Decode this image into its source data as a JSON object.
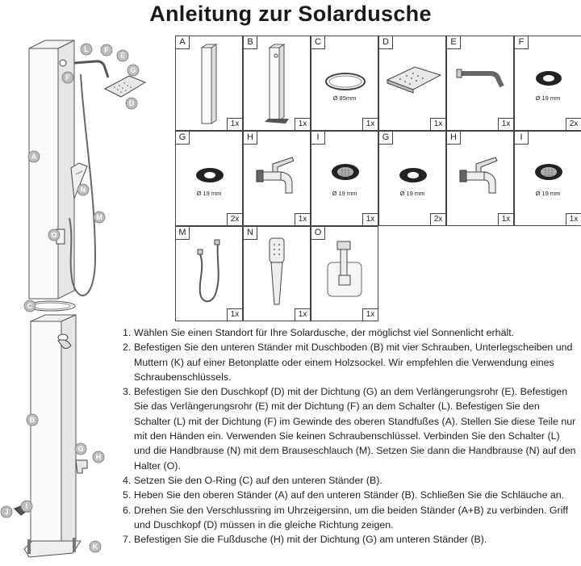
{
  "title": "Anleitung zur Solardusche",
  "illustration_labels": [
    "A",
    "B",
    "C",
    "D",
    "E",
    "F",
    "G",
    "L",
    "M",
    "N",
    "O",
    "G",
    "H",
    "J",
    "I",
    "K",
    "F"
  ],
  "parts": [
    {
      "letter": "A",
      "qty": "1x",
      "dim": ""
    },
    {
      "letter": "B",
      "qty": "1x",
      "dim": ""
    },
    {
      "letter": "C",
      "qty": "1x",
      "dim": "Ø 85mm"
    },
    {
      "letter": "D",
      "qty": "1x",
      "dim": ""
    },
    {
      "letter": "E",
      "qty": "1x",
      "dim": ""
    },
    {
      "letter": "F",
      "qty": "2x",
      "dim": "Ø 19 mm"
    },
    {
      "letter": "G",
      "qty": "2x",
      "dim": "Ø 19 mm"
    },
    {
      "letter": "H",
      "qty": "1x",
      "dim": ""
    },
    {
      "letter": "I",
      "qty": "1x",
      "dim": "Ø 19 mm"
    },
    {
      "letter": "G",
      "qty": "2x",
      "dim": "Ø 19 mm"
    },
    {
      "letter": "H",
      "qty": "1x",
      "dim": ""
    },
    {
      "letter": "I",
      "qty": "1x",
      "dim": "Ø 19 mm"
    },
    {
      "letter": "M",
      "qty": "1x",
      "dim": ""
    },
    {
      "letter": "N",
      "qty": "1x",
      "dim": ""
    },
    {
      "letter": "O",
      "qty": "1x",
      "dim": ""
    }
  ],
  "steps": [
    {
      "num": "1.",
      "text": "Wählen Sie einen Standort für Ihre Solardusche, der möglichst viel Sonnenlicht erhält."
    },
    {
      "num": "2.",
      "text": "Befestigen Sie den unteren Ständer mit Duschboden (B) mit vier Schrauben, Unterlegscheiben und Muttern (K) auf einer Betonplatte oder einem Holzsockel. Wir empfehlen die Verwendung eines Schraubenschlüssels."
    },
    {
      "num": "3.",
      "text": "Befestigen Sie den Duschkopf (D) mit der Dichtung (G) an dem Verlängerungsrohr (E). Befestigen Sie das Verlängerungsrohr (E) mit der Dichtung (F) an dem Schalter (L). Befestigen Sie den Schalter (L) mit der Dichtung (F) im Gewinde des oberen Standfußes (A). Stellen Sie diese Teile nur mit den Händen ein. Verwenden Sie keinen Schraubenschlüssel. Verbinden Sie den Schalter (L) und die Handbrause (N) mit dem Brauseschlauch (M). Setzen Sie dann die Handbrause (N) auf den Halter (O)."
    },
    {
      "num": "4.",
      "text": "Setzen Sie den O-Ring (C) auf den unteren Ständer (B)."
    },
    {
      "num": "5.",
      "text": "Heben Sie den oberen Ständer (A) auf den unteren Ständer (B). Schließen Sie die Schläuche an."
    },
    {
      "num": "6.",
      "text": "Drehen Sie den Verschlussring im Uhrzeigersinn, um die beiden Ständer (A+B) zu verbinden. Griff und Duschkopf (D) müssen in die gleiche Richtung zeigen."
    },
    {
      "num": "7.",
      "text": "Befestigen Sie die Fußdusche (H) mit der Dichtung (G) am unteren Ständer (B)."
    }
  ]
}
